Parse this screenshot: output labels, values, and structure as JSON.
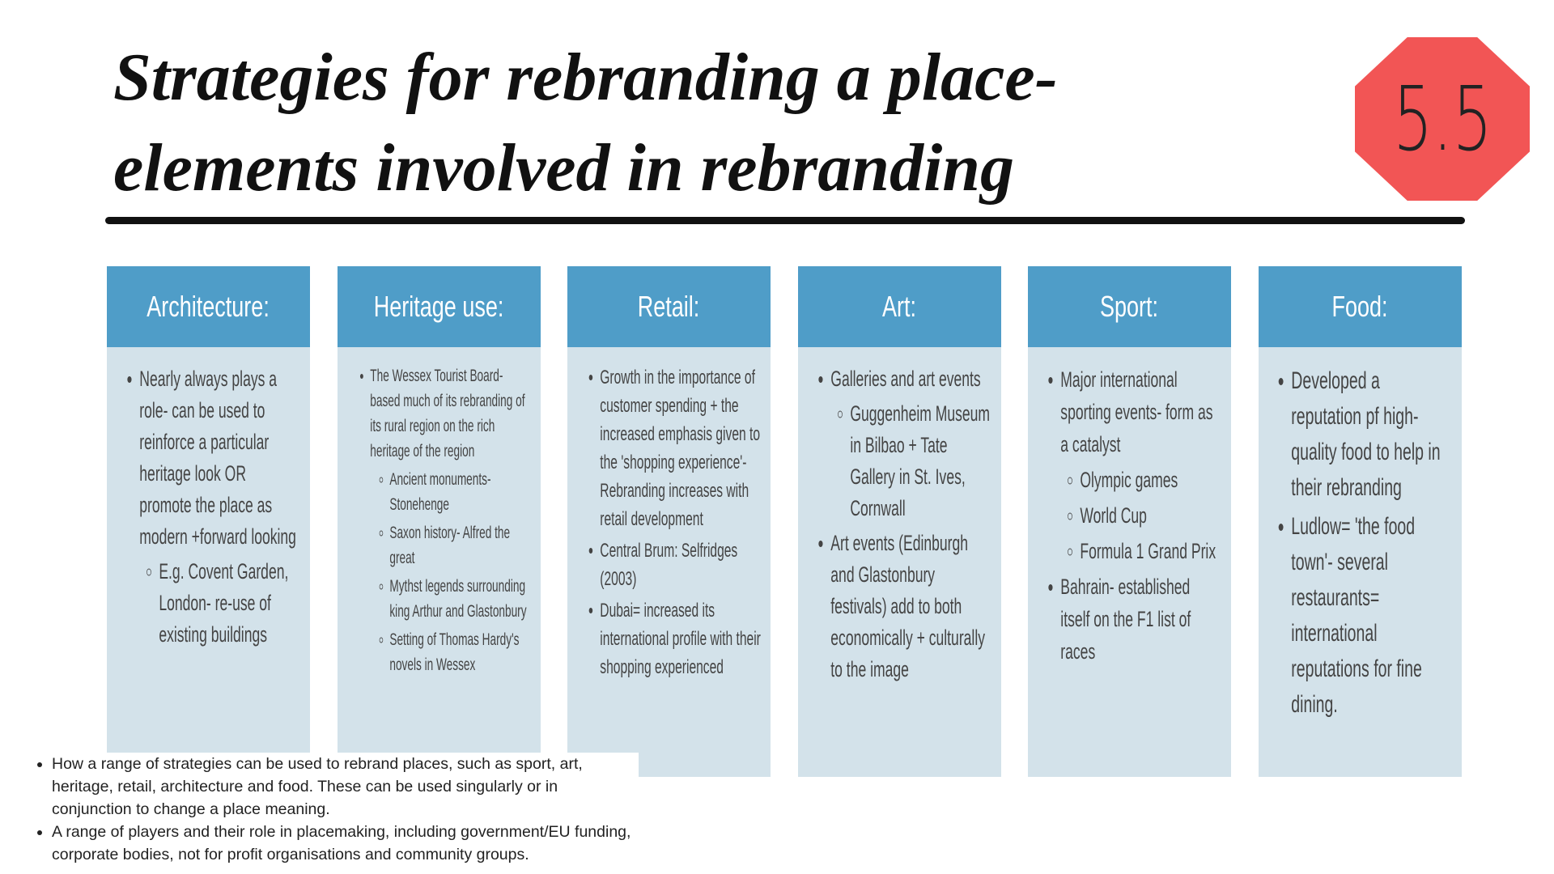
{
  "title": {
    "line1": "Strategies for rebranding a place-",
    "line2": "elements involved in rebranding"
  },
  "badge": "5.5",
  "colors": {
    "header": "#4f9dc8",
    "body": "#d3e2ea",
    "badge": "#f25555"
  },
  "columns": [
    {
      "heading": "Architecture:",
      "items": [
        {
          "text": "Nearly always plays a role- can be used to reinforce a particular heritage look OR promote the place as modern +forward looking",
          "sub": [
            "E.g. Covent Garden, London- re-use of existing buildings"
          ]
        }
      ]
    },
    {
      "heading": "Heritage use:",
      "items": [
        {
          "text": "The Wessex Tourist Board- based much of its rebranding of its rural region on the rich heritage of the region",
          "sub": [
            "Ancient monuments- Stonehenge",
            "Saxon history- Alfred the great",
            "Mythst legends surrounding king Arthur and Glastonbury",
            "Setting of Thomas Hardy's novels in Wessex"
          ]
        }
      ]
    },
    {
      "heading": "Retail:",
      "items": [
        {
          "text": "Growth in the importance of customer spending + the increased emphasis given to the 'shopping experience'- Rebranding increases with retail development",
          "sub": []
        },
        {
          "text": "Central Brum: Selfridges (2003)",
          "sub": []
        },
        {
          "text": "Dubai= increased its international profile with their shopping experienced",
          "sub": []
        }
      ]
    },
    {
      "heading": "Art:",
      "items": [
        {
          "text": "Galleries and art events",
          "sub": [
            "Guggenheim Museum in Bilbao + Tate Gallery in St. Ives, Cornwall"
          ]
        },
        {
          "text": "Art events (Edinburgh and Glastonbury festivals) add to both economically + culturally to the image",
          "sub": []
        }
      ]
    },
    {
      "heading": "Sport:",
      "items": [
        {
          "text": "Major international sporting events- form as a catalyst",
          "sub": [
            "Olympic games",
            "World Cup",
            "Formula 1 Grand Prix"
          ]
        },
        {
          "text": "Bahrain- established itself on the F1 list of races",
          "sub": []
        }
      ]
    },
    {
      "heading": "Food:",
      "items": [
        {
          "text": "Developed a reputation pf high-quality food to help in their rebranding",
          "sub": []
        },
        {
          "text": "Ludlow= 'the food town'- several restaurants= international reputations for fine dining.",
          "sub": []
        }
      ]
    }
  ],
  "notes": [
    "How a range of strategies can be used to rebrand places, such as sport, art, heritage, retail, architecture and food. These can be used singularly or in conjunction to change a place meaning.",
    "A range of players and their role in placemaking, including government/EU funding, corporate bodies, not for profit organisations and community groups."
  ]
}
